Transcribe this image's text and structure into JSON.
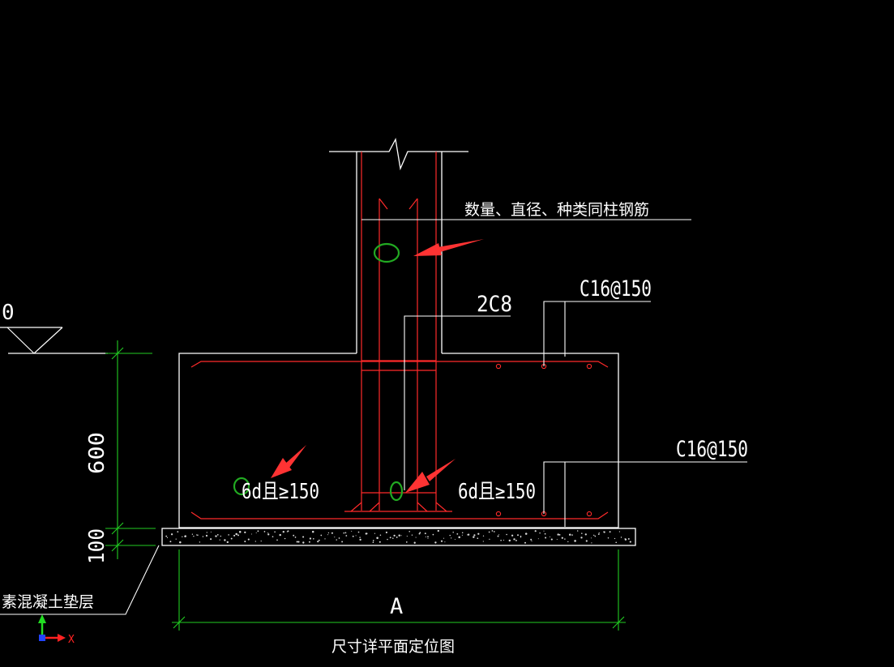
{
  "drawing": {
    "colors": {
      "background": "#000000",
      "outline": "#ffffff",
      "rebar": "#ff2a2a",
      "dimension": "#22cc22",
      "annotation_mark": "#22aa22",
      "arrow": "#ff3333"
    },
    "labels": {
      "column_rebar_note": "数量、直径、种类同柱钢筋",
      "stirrup": "2C8",
      "top_rebar": "C16@150",
      "bottom_rebar": "C16@150",
      "anchorage_left": "6d且≥150",
      "anchorage_right": "6d且≥150",
      "level_mark": "0",
      "cushion_layer": "素混凝土垫层",
      "dim_height": "600",
      "dim_cushion": "100",
      "dim_width": "A",
      "plan_reference": "尺寸详平面定位图"
    },
    "ucs": {
      "x_label": "X"
    }
  }
}
